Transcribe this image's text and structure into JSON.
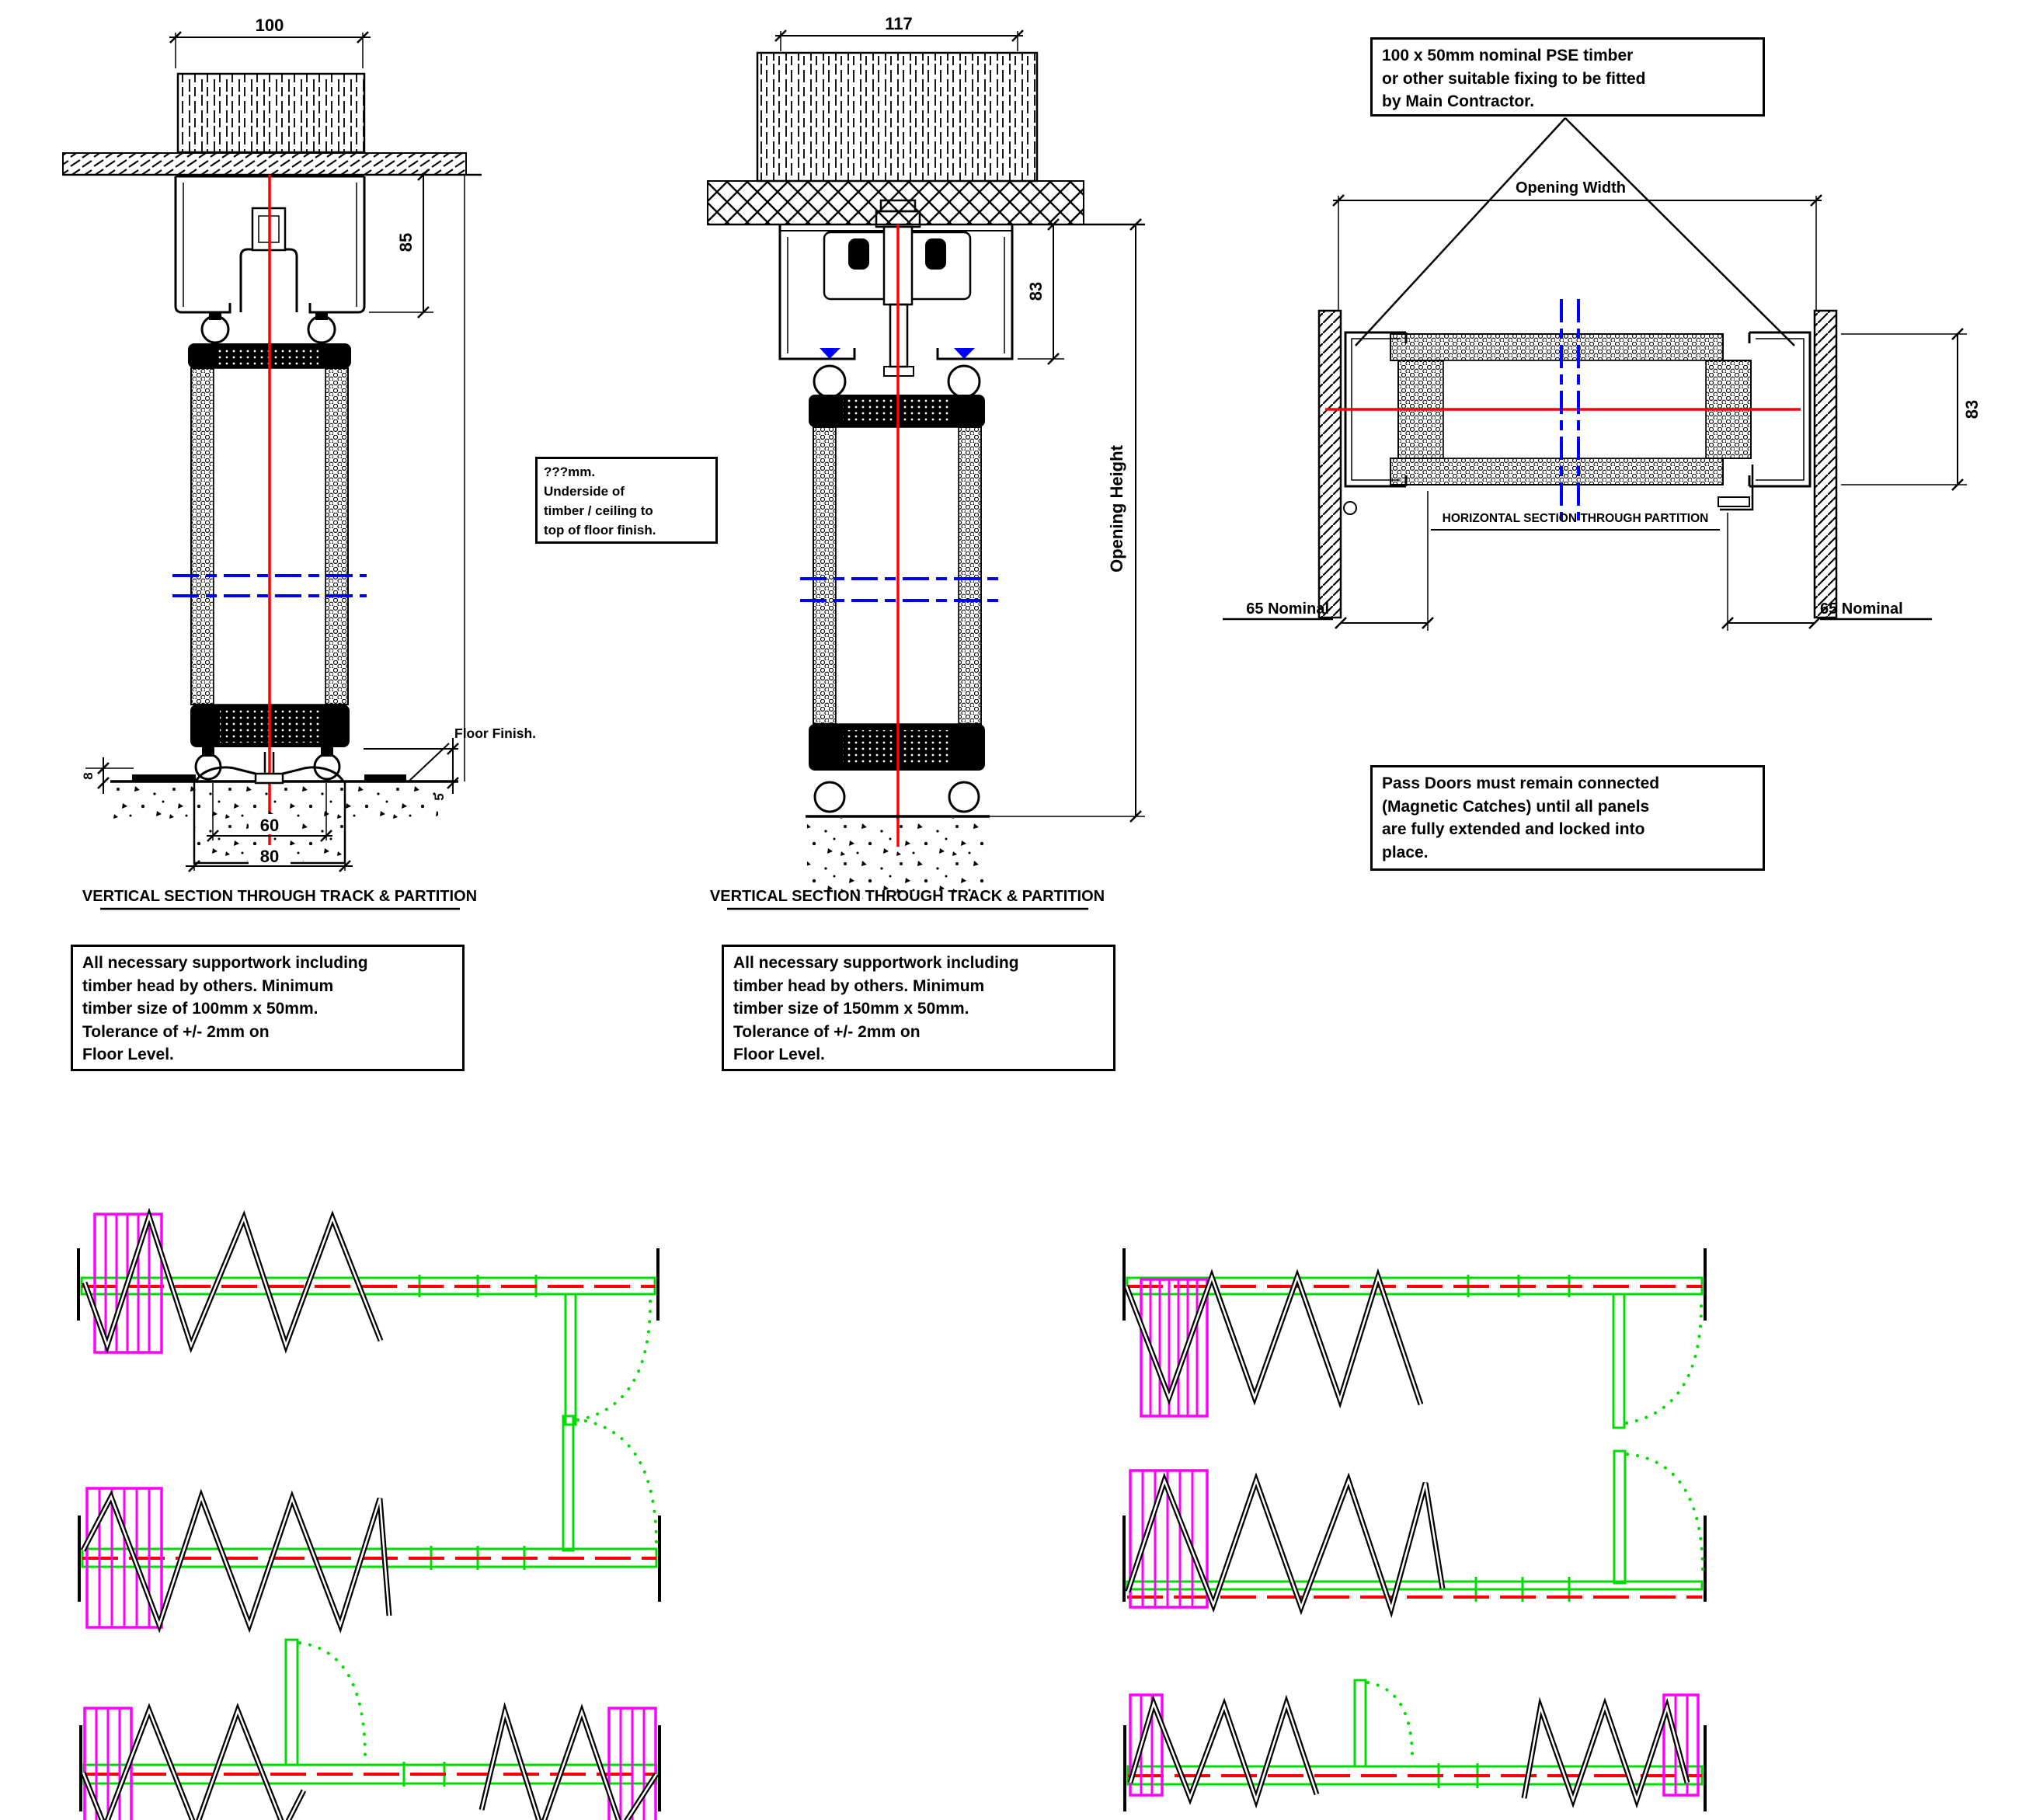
{
  "page": {
    "background": "#ffffff"
  },
  "colors": {
    "line": "#000000",
    "centerline_red": "#ff0000",
    "breakline_blue": "#0000ff",
    "track_green": "#00dc00",
    "stack_magenta": "#ff00ff"
  },
  "left_section": {
    "title": "VERTICAL SECTION THROUGH TRACK & PARTITION",
    "dim_timber_width": "100",
    "dim_track_height": "85",
    "dim_channel_width": "60",
    "dim_base_width": "80",
    "dim_recess_depth": "8",
    "dim_floor_finish": "5",
    "floor_finish_label": "Floor Finish.",
    "support_note": "All necessary supportwork including\ntimber head by others. Minimum\ntimber size of 100mm x 50mm.\nTolerance of +/- 2mm on\nFloor Level."
  },
  "middle_section": {
    "title": "VERTICAL SECTION THROUGH TRACK & PARTITION",
    "dim_timber_width": "117",
    "dim_track_height": "83",
    "dim_opening_height": "Opening Height",
    "height_callout": "???mm.\nUnderside of\ntimber / ceiling to\ntop of floor finish.",
    "support_note": "All necessary supportwork including\ntimber head by others. Minimum\ntimber size of 150mm x 50mm.\nTolerance of +/- 2mm on\nFloor Level."
  },
  "right_section": {
    "title": "HORIZONTAL SECTION THROUGH PARTITION",
    "fixing_note": "100 x 50mm nominal PSE timber\nor other suitable fixing to be fitted\nby Main Contractor.",
    "dim_opening_width": "Opening Width",
    "dim_partition_depth": "83",
    "dim_left_jamb": "65 Nominal",
    "dim_right_jamb": "65 Nominal",
    "pass_door_note": "Pass Doors must remain connected\n(Magnetic Catches) until all panels\nare fully extended and locked into\nplace."
  }
}
